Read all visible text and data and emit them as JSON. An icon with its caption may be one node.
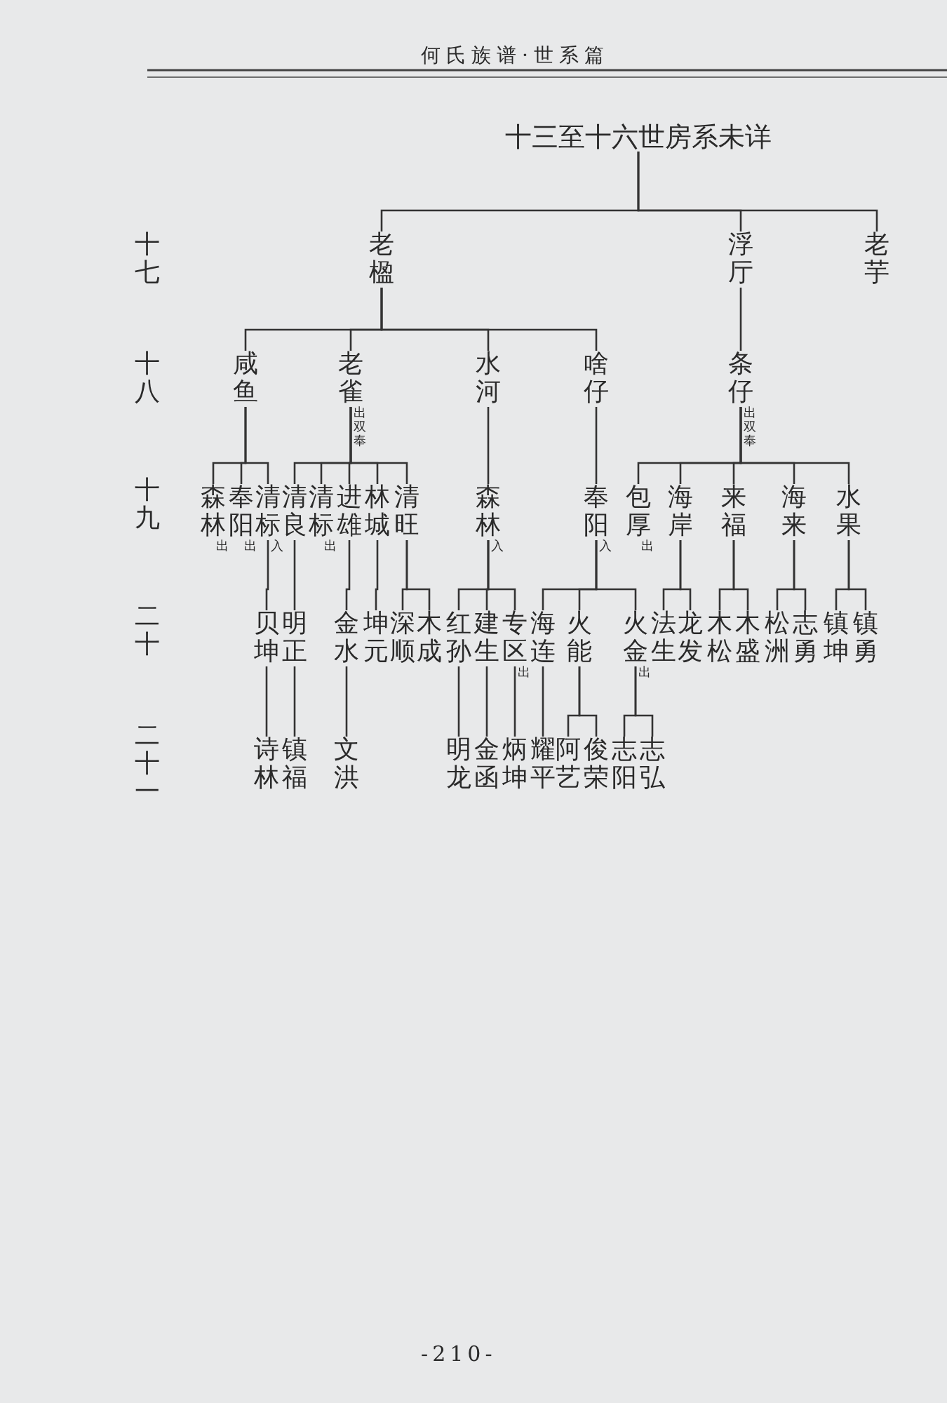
{
  "diagram": {
    "nodes": [
      {
        "text": [
          "十三至十六世房系未详"
        ]
      },
      {
        "text": [
          "老楹"
        ]
      },
      {
        "text": [
          "浮厅"
        ]
      },
      {
        "text": [
          "老芋"
        ]
      },
      {
        "text": [
          "咸鱼"
        ]
      },
      {
        "text": [
          "老雀"
        ],
        "beside": [
          "出双奉"
        ]
      },
      {
        "text": [
          "水河"
        ]
      },
      {
        "text": [
          "啥仔"
        ]
      },
      {
        "text": [
          "条仔"
        ],
        "beside": [
          "出双奉"
        ]
      },
      {
        "text": [
          "森林"
        ],
        "beside": [
          "出"
        ]
      },
      {
        "text": [
          "奉阳"
        ],
        "beside": [
          "出"
        ]
      },
      {
        "text": [
          "清标"
        ],
        "beside": [
          "入"
        ]
      },
      {
        "text": [
          "清良"
        ]
      },
      {
        "text": [
          "清标"
        ],
        "beside": [
          "出"
        ]
      },
      {
        "text": [
          "进雄"
        ]
      },
      {
        "text": [
          "林城"
        ]
      },
      {
        "text": [
          "清旺"
        ]
      },
      {
        "text": [
          "森林"
        ],
        "beside": [
          "入"
        ]
      },
      {
        "text": [
          "奉阳"
        ],
        "beside": [
          "入"
        ]
      },
      {
        "text": [
          "包厚"
        ],
        "beside": [
          "出"
        ]
      },
      {
        "text": [
          "海岸"
        ]
      },
      {
        "text": [
          "来福"
        ]
      },
      {
        "text": [
          "海来"
        ]
      },
      {
        "text": [
          "水果"
        ]
      },
      {
        "text": [
          "贝坤"
        ]
      },
      {
        "text": [
          "明正"
        ]
      },
      {
        "text": [
          "金水"
        ]
      },
      {
        "text": [
          "坤元"
        ]
      },
      {
        "text": [
          "深顺"
        ]
      },
      {
        "text": [
          "木成"
        ]
      },
      {
        "text": [
          "红孙"
        ]
      },
      {
        "text": [
          "建生"
        ]
      },
      {
        "text": [
          "专区"
        ],
        "beside": [
          "出"
        ]
      },
      {
        "text": [
          "海连"
        ]
      },
      {
        "text": [
          "火能"
        ]
      },
      {
        "text": [
          "火金"
        ],
        "beside": [
          "出"
        ]
      },
      {
        "text": [
          "法生"
        ]
      },
      {
        "text": [
          "龙发"
        ]
      },
      {
        "text": [
          "木松"
        ]
      },
      {
        "text": [
          "木盛"
        ]
      },
      {
        "text": [
          "松洲"
        ]
      },
      {
        "text": [
          "志勇"
        ]
      },
      {
        "text": [
          "镇坤"
        ]
      },
      {
        "text": [
          "镇勇"
        ]
      },
      {
        "text": [
          "诗林"
        ]
      },
      {
        "text": [
          "镇福"
        ]
      },
      {
        "text": [
          "文洪"
        ]
      },
      {
        "text": [
          "明龙"
        ]
      },
      {
        "text": [
          "金函"
        ]
      },
      {
        "text": [
          "炳坤"
        ]
      },
      {
        "text": [
          "耀平"
        ]
      },
      {
        "text": [
          "阿艺"
        ]
      },
      {
        "text": [
          "俊荣"
        ]
      },
      {
        "text": [
          "志阳"
        ]
      },
      {
        "text": [
          "志弘"
        ]
      }
    ],
    "edges": [
      {
        "from": 0,
        "to": 1,
        "arrow": "none"
      },
      {
        "from": 0,
        "to": 2,
        "arrow": "none"
      },
      {
        "from": 0,
        "to": 3,
        "arrow": "none"
      },
      {
        "from": 1,
        "to": 4,
        "arrow": "none"
      },
      {
        "from": 1,
        "to": 5,
        "arrow": "none"
      },
      {
        "from": 1,
        "to": 6,
        "arrow": "none"
      },
      {
        "from": 1,
        "to": 7,
        "arrow": "none"
      },
      {
        "from": 2,
        "to": 8,
        "arrow": "none"
      },
      {
        "from": 4,
        "to": 9,
        "arrow": "none"
      },
      {
        "from": 4,
        "to": 10,
        "arrow": "none"
      },
      {
        "from": 4,
        "to": 11,
        "arrow": "none"
      },
      {
        "from": 5,
        "to": 12,
        "arrow": "none"
      },
      {
        "from": 5,
        "to": 13,
        "arrow": "none"
      },
      {
        "from": 5,
        "to": 14,
        "arrow": "none"
      },
      {
        "from": 5,
        "to": 15,
        "arrow": "none"
      },
      {
        "from": 5,
        "to": 16,
        "arrow": "none"
      },
      {
        "from": 6,
        "to": 17,
        "arrow": "none"
      },
      {
        "from": 7,
        "to": 18,
        "arrow": "none"
      },
      {
        "from": 8,
        "to": 19,
        "arrow": "none"
      },
      {
        "from": 8,
        "to": 20,
        "arrow": "none"
      },
      {
        "from": 8,
        "to": 21,
        "arrow": "none"
      },
      {
        "from": 8,
        "to": 22,
        "arrow": "none"
      },
      {
        "from": 8,
        "to": 23,
        "arrow": "none"
      },
      {
        "from": 11,
        "to": 24,
        "arrow": "none"
      },
      {
        "from": 12,
        "to": 25,
        "arrow": "none"
      },
      {
        "from": 14,
        "to": 26,
        "arrow": "none"
      },
      {
        "from": 15,
        "to": 27,
        "arrow": "none"
      },
      {
        "from": 16,
        "to": 28,
        "arrow": "none"
      },
      {
        "from": 16,
        "to": 29,
        "arrow": "none"
      },
      {
        "from": 17,
        "to": 30,
        "arrow": "none"
      },
      {
        "from": 17,
        "to": 31,
        "arrow": "none"
      },
      {
        "from": 17,
        "to": 32,
        "arrow": "none"
      },
      {
        "from": 18,
        "to": 33,
        "arrow": "none"
      },
      {
        "from": 18,
        "to": 34,
        "arrow": "none"
      },
      {
        "from": 18,
        "to": 35,
        "arrow": "none"
      },
      {
        "from": 20,
        "to": 36,
        "arrow": "none"
      },
      {
        "from": 20,
        "to": 37,
        "arrow": "none"
      },
      {
        "from": 21,
        "to": 38,
        "arrow": "none"
      },
      {
        "from": 21,
        "to": 39,
        "arrow": "none"
      },
      {
        "from": 22,
        "to": 40,
        "arrow": "none"
      },
      {
        "from": 22,
        "to": 41,
        "arrow": "none"
      },
      {
        "from": 23,
        "to": 42,
        "arrow": "none"
      },
      {
        "from": 23,
        "to": 43,
        "arrow": "none"
      },
      {
        "from": 24,
        "to": 44,
        "arrow": "none"
      },
      {
        "from": 25,
        "to": 45,
        "arrow": "none"
      },
      {
        "from": 26,
        "to": 46,
        "arrow": "none"
      },
      {
        "from": 30,
        "to": 47,
        "arrow": "none"
      },
      {
        "from": 31,
        "to": 48,
        "arrow": "none"
      },
      {
        "from": 32,
        "to": 49,
        "arrow": "none"
      },
      {
        "from": 33,
        "to": 50,
        "arrow": "none"
      },
      {
        "from": 34,
        "to": 51,
        "arrow": "none"
      },
      {
        "from": 34,
        "to": 52,
        "arrow": "none"
      },
      {
        "from": 35,
        "to": 53,
        "arrow": "none"
      },
      {
        "from": 35,
        "to": 54,
        "arrow": "none"
      }
    ],
    "labels": [
      "何氏族谱·世系篇",
      "十七",
      "十八",
      "十九",
      "二十",
      "二十一",
      "-210-"
    ]
  }
}
